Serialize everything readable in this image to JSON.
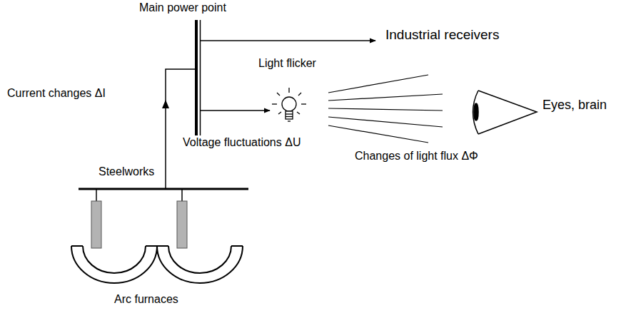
{
  "diagram": {
    "labels": [
      "Main power point",
      "Industrial receivers",
      "Light flicker",
      "Eyes, brain",
      "Current changes ΔI",
      "Voltage fluctuations ΔU",
      "Changes of light flux ΔΦ",
      "Steelworks",
      "Arc furnaces"
    ]
  }
}
